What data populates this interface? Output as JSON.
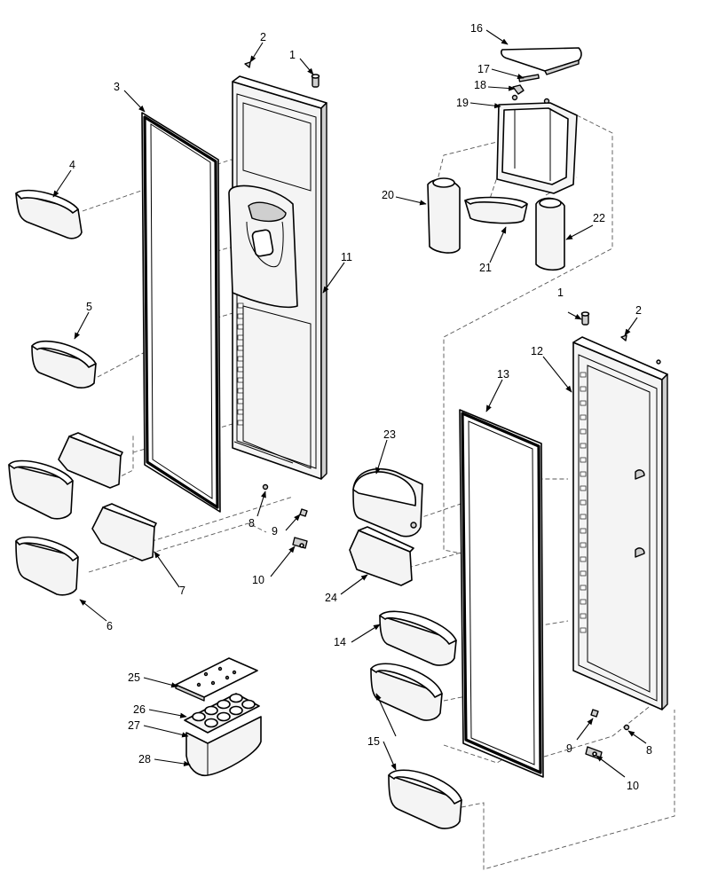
{
  "callouts": [
    "1",
    "2",
    "3",
    "4",
    "5",
    "6",
    "7",
    "8",
    "9",
    "10",
    "11",
    "12",
    "13",
    "14",
    "15",
    "16",
    "17",
    "18",
    "19",
    "20",
    "21",
    "22",
    "23",
    "24",
    "25",
    "26",
    "27",
    "28"
  ]
}
